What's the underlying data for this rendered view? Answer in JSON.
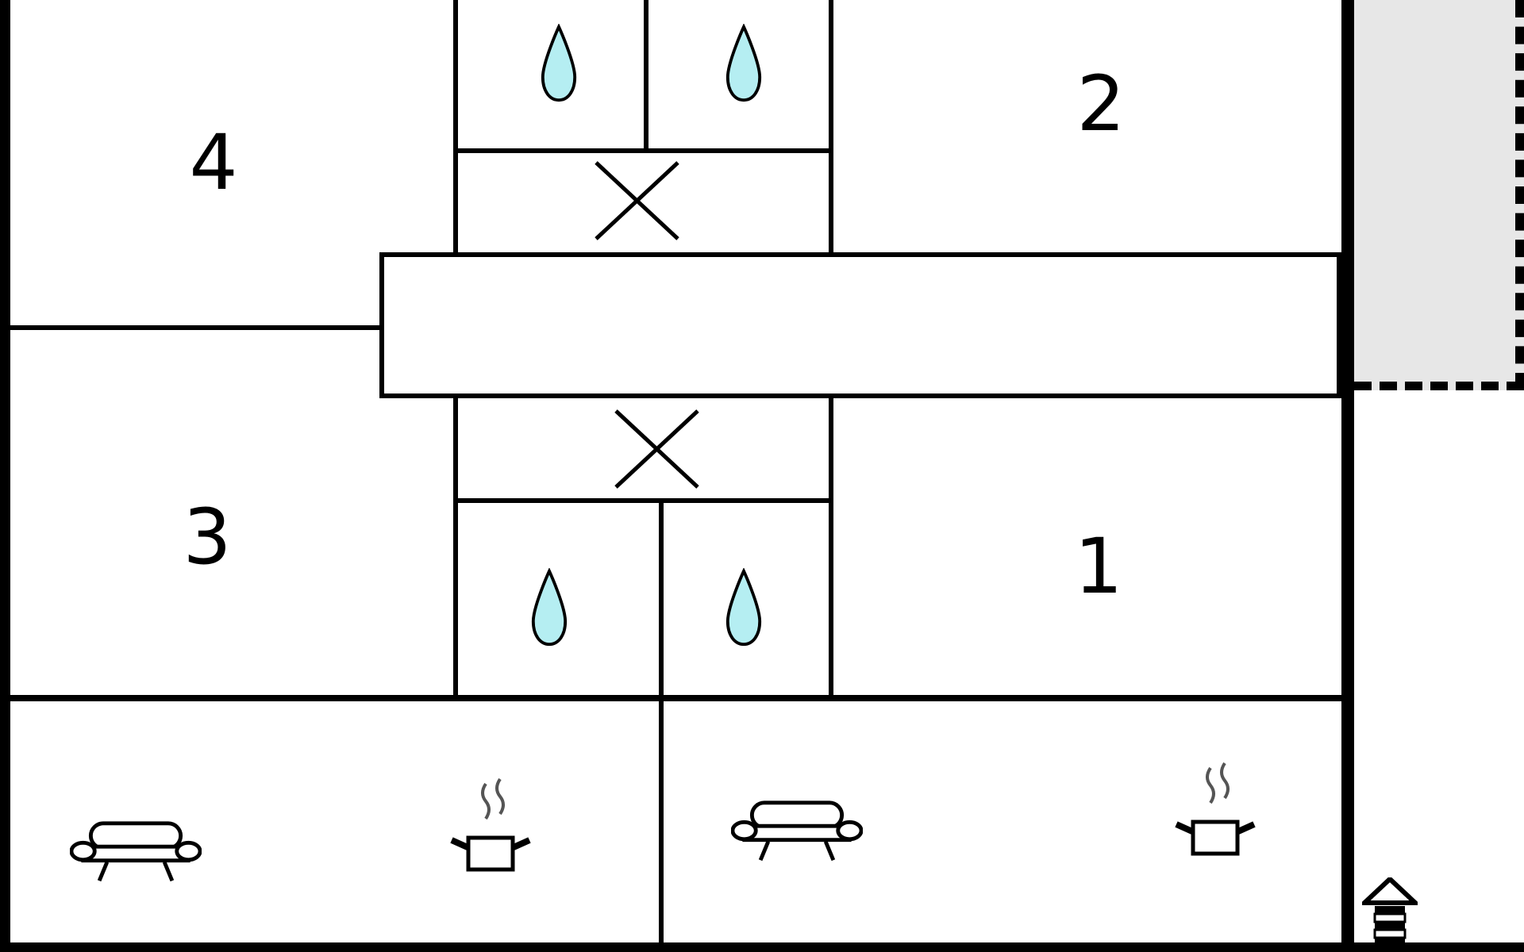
{
  "floorplan": {
    "name": "apartment-floor-plan",
    "rooms": [
      {
        "id": "room-1",
        "label": "1"
      },
      {
        "id": "room-2",
        "label": "2"
      },
      {
        "id": "room-3",
        "label": "3"
      },
      {
        "id": "room-4",
        "label": "4"
      }
    ],
    "icons": {
      "water_drop": "bathroom/shower water drop",
      "cross": "stair/shaft cross mark",
      "sofa": "sofa seating",
      "stove_pot": "kitchen pot with steam",
      "well": "well / outdoor structure"
    },
    "colors": {
      "wall": "#000000",
      "background": "#ffffff",
      "drop_fill": "#b5eef2",
      "terrace_fill": "#e7e7e7"
    }
  }
}
